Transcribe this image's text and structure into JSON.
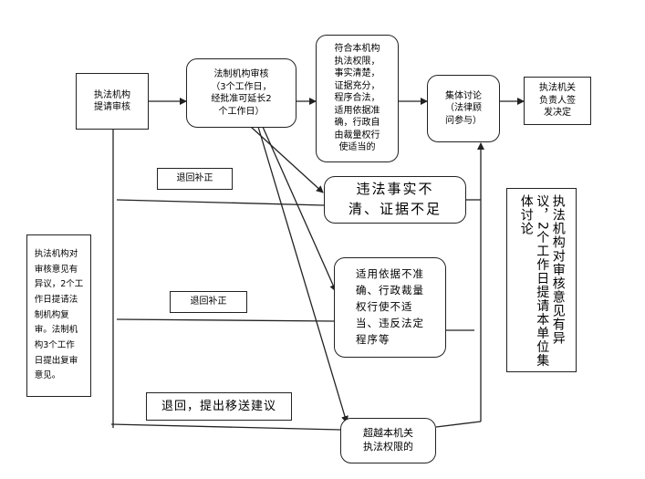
{
  "nodes": {
    "apply": "执法机构\n提请审核",
    "review": "法制机构审核\n（3个工作日，\n经批准可延长2\n个工作日）",
    "conditions": "符合本机构\n执法权限，\n事实清楚，\n证据充分，\n程序合法，\n适用依据准\n确，行政自\n由裁量权行\n使适当的",
    "discussion": "集体讨论\n（法律顾\n问参与）",
    "decision": "执法机关\n负责人签\n发决定",
    "facts_unclear": "违法事实不\n清、证据不足",
    "improper_basis": "适用依据不准\n确、行政裁量\n权行使不适\n当、违反法定\n程序等",
    "return_transfer": "退回，提出移送建议",
    "beyond_authority": "超越本机关\n执法权限的",
    "objection_left": "执法机构对\n审核意见有\n异议，2个工\n作日提请法\n制机构复\n审。法制机\n构3个工作\n日提出复审\n意见。",
    "objection_right": "执法机构对审核意见有异议，2个工作日提请本单位集体讨论"
  },
  "labels": {
    "return_1": "退回补正",
    "return_2": "退回补正"
  }
}
